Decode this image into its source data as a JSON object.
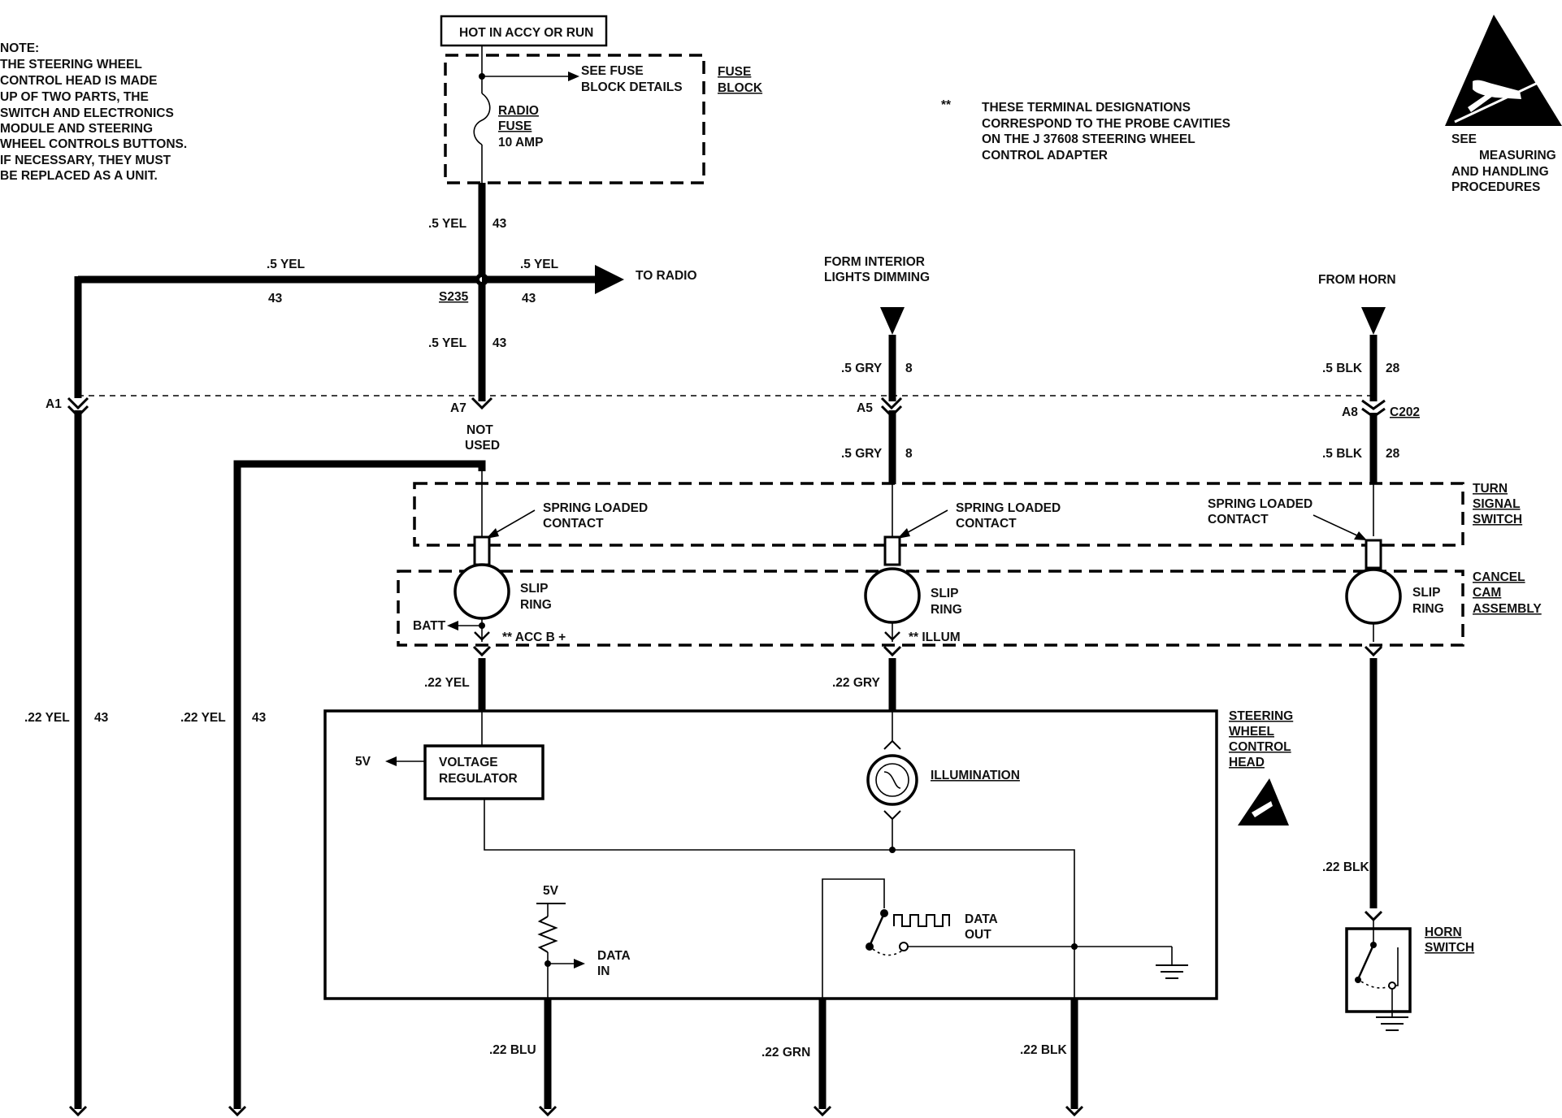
{
  "note": {
    "lines": [
      "NOTE:",
      "THE STEERING WHEEL",
      "CONTROL HEAD IS MADE",
      "UP OF TWO PARTS, THE",
      "SWITCH AND ELECTRONICS",
      "MODULE AND STEERING",
      "WHEEL CONTROLS BUTTONS.",
      "IF NECESSARY, THEY MUST",
      "BE REPLACED AS A UNIT."
    ]
  },
  "hot_label": "HOT IN ACCY OR RUN",
  "fuse_block": {
    "title": [
      "FUSE",
      "BLOCK"
    ],
    "see_details": [
      "SEE FUSE",
      "BLOCK DETAILS"
    ],
    "fuse_name": [
      "RADIO",
      "FUSE"
    ],
    "fuse_rating": "10 AMP"
  },
  "terminal_note": {
    "mark": "**",
    "lines": [
      "THESE TERMINAL DESIGNATIONS",
      "CORRESPOND TO THE PROBE CAVITIES",
      "ON THE J 37608 STEERING WHEEL",
      "CONTROL ADAPTER"
    ]
  },
  "esd_note": {
    "see": "SEE",
    "lines": [
      "MEASURING",
      "AND HANDLING",
      "PROCEDURES"
    ]
  },
  "wires": {
    "yel_05": ".5 YEL",
    "yel_05_partial": ".5 YEL",
    "c43": "43",
    "splice": "S235",
    "to_radio": "TO RADIO",
    "not_used": [
      "NOT",
      "USED"
    ],
    "gry_05": ".5 GRY",
    "c8": "8",
    "blk_05": ".5 BLK",
    "c28": "28",
    "yel_022": ".22 YEL",
    "gry_022": ".22 GRY",
    "blk_022": ".22 BLK",
    "blu_022": ".22 BLU",
    "grn_022": ".22 GRN"
  },
  "sources": {
    "dimming": [
      "FORM INTERIOR",
      "LIGHTS DIMMING"
    ],
    "horn": "FROM HORN"
  },
  "connector": {
    "name": "C202",
    "a1": "A1",
    "a7": "A7",
    "a5": "A5",
    "a8": "A8"
  },
  "turn_signal_switch": {
    "title": [
      "TURN",
      "SIGNAL",
      "SWITCH"
    ],
    "contact": [
      "SPRING LOADED",
      "CONTACT"
    ]
  },
  "cancel_cam": {
    "title": [
      "CANCEL",
      "CAM",
      "ASSEMBLY"
    ],
    "slip_ring": [
      "SLIP",
      "RING"
    ],
    "batt": "BATT",
    "acc": "** ACC B +",
    "illum": "** ILLUM"
  },
  "control_head": {
    "title": [
      "STEERING",
      "WHEEL",
      "CONTROL",
      "HEAD"
    ],
    "voltage_regulator": [
      "VOLTAGE",
      "REGULATOR"
    ],
    "five_v": "5V",
    "illumination": "ILLUMINATION",
    "data_in": [
      "DATA",
      "IN"
    ],
    "data_out": [
      "DATA",
      "OUT"
    ]
  },
  "horn_switch": [
    "HORN",
    "SWITCH"
  ]
}
